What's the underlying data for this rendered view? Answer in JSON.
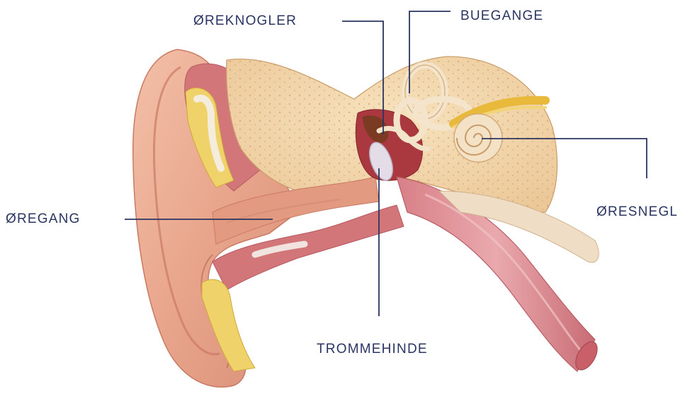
{
  "labels": {
    "ossicles": "ØREKNOGLER",
    "semicircular_canals": "BUEGANGE",
    "ear_canal": "ØREGANG",
    "cochlea": "ØRESNEGL",
    "eardrum": "TROMMEHINDE"
  },
  "colors": {
    "label_text": "#2b3561",
    "leader_line": "#2b3561",
    "skin": "#e8a58c",
    "bone": "#f2d6aa",
    "muscle": "#d2767a",
    "nerve": "#e8b93a",
    "cartilage": "#efe8de"
  }
}
